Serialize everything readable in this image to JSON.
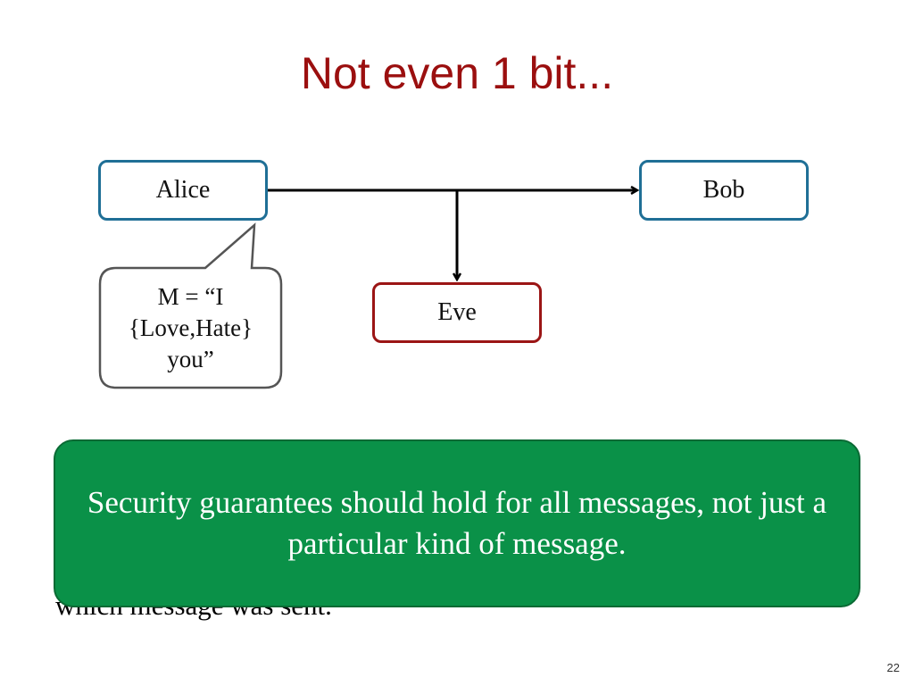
{
  "slide": {
    "title": "Not even 1 bit...",
    "page_number": "22"
  },
  "diagram": {
    "nodes": {
      "alice": "Alice",
      "bob": "Bob",
      "eve": "Eve"
    },
    "callout_text": "M = “I {Love,Hate} you”"
  },
  "body_text": "which message was sent.",
  "banner_text": "Security guarantees should hold for all messages, not just a particular kind of message.",
  "colors": {
    "title": "#9b0f0f",
    "party_border": "#1f6f96",
    "eve_border": "#9b1515",
    "banner_fill": "#0a9148",
    "callout_border": "#555555"
  }
}
